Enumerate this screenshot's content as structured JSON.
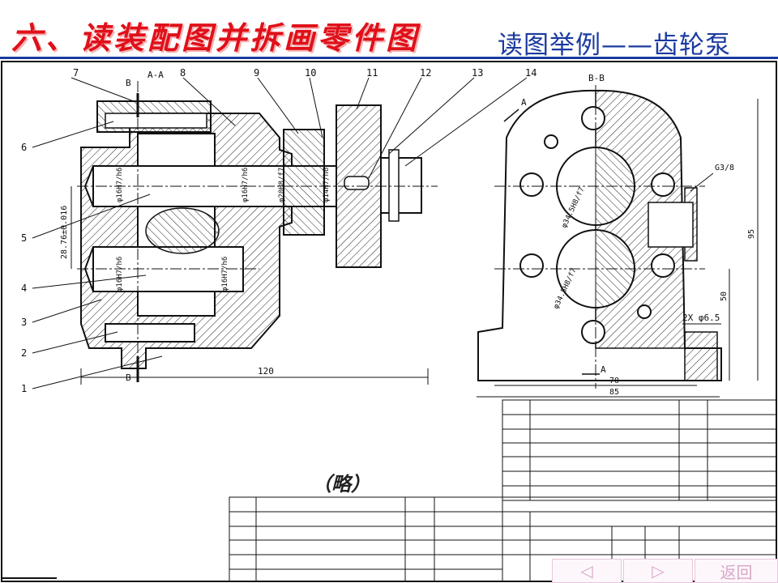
{
  "header": {
    "title": "六、读装配图并拆画零件图",
    "subtitle": "读图举例——齿轮泵"
  },
  "left_view": {
    "section_label": "A-A",
    "cut_label_top": "B",
    "cut_label_bottom": "B",
    "part_numbers": [
      "7",
      "8",
      "9",
      "10",
      "11",
      "12",
      "13",
      "14",
      "6",
      "5",
      "4",
      "3",
      "2",
      "1"
    ],
    "fits": [
      "φ16H7/h6",
      "φ16H7/h6",
      "φ16H7/h6",
      "φ16H7/h6",
      "φ20H8/f7",
      "φ14H7/h6"
    ],
    "dim_vertical": "28.76±0.016",
    "dim_width": "120"
  },
  "right_view": {
    "section_label": "B-B",
    "view_arrow": "A",
    "view_arrow_bottom": "A",
    "thread": "G3/8",
    "fit_upper": "φ34.5H8/f7",
    "fit_lower": "φ34.5H8/f7",
    "dim_height": "95",
    "dim_center": "50",
    "holes": "2X φ6.5",
    "dim_70": "70",
    "dim_85": "85"
  },
  "note": "（略）",
  "nav": {
    "prev": "◁",
    "next": "▷",
    "back": "返回"
  }
}
